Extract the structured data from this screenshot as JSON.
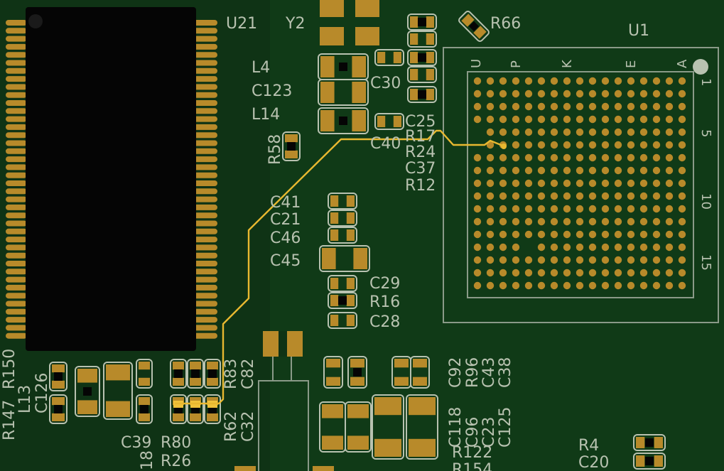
{
  "colors": {
    "board": "#0f3315",
    "silk": "#b8c2b0",
    "pad": "#b88a2a",
    "padDark": "#8a6a2a",
    "trace": "#e8b830",
    "ic": "#050505",
    "padSelected": "#f0c23a"
  },
  "labels": {
    "U21": "U21",
    "Y2": "Y2",
    "R66": "R66",
    "U1": "U1",
    "L4": "L4",
    "C123": "C123",
    "L14": "L14",
    "C30": "C30",
    "C25": "C25",
    "R17": "R17",
    "C40": "C40",
    "R24": "R24",
    "C37": "C37",
    "R12": "R12",
    "R58": "R58",
    "C41": "C41",
    "C21": "C21",
    "C46": "C46",
    "C45": "C45",
    "C29": "C29",
    "R16": "R16",
    "C28": "C28",
    "R150": "R150",
    "R147": "R147",
    "L13": "L13",
    "C126": "C126",
    "R83": "R83",
    "C82": "C82",
    "R62": "R62",
    "C32": "C32",
    "C39": "C39",
    "R80": "R80",
    "R26": "R26",
    "R18": "18",
    "C92": "C92",
    "R96": "R96",
    "C43": "C43",
    "C38": "C38",
    "C118": "C118",
    "C96": "C96",
    "C23": "C23",
    "C125": "C125",
    "R122": "R122",
    "R154": "R154",
    "R4": "R4",
    "C20": "C20"
  },
  "bga": {
    "cols": [
      "U",
      "P",
      "K",
      "E",
      "A"
    ],
    "rows": [
      "1",
      "5",
      "10",
      "15"
    ]
  }
}
